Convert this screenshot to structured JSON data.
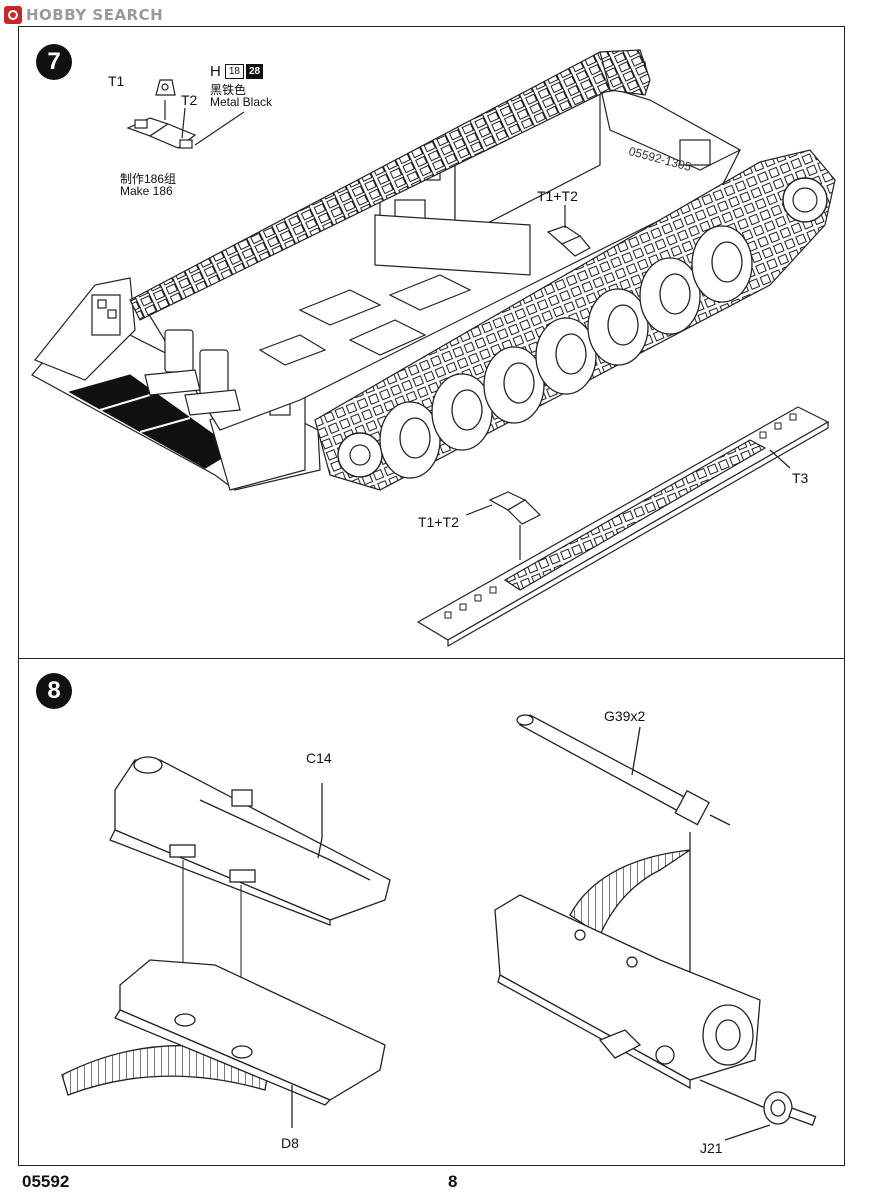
{
  "watermark": {
    "text": "HOBBY SEARCH"
  },
  "step7": {
    "number": "7",
    "labels": {
      "t1": "T1",
      "t2": "T2",
      "make_zh": "制作186组",
      "make_en": "Make 186",
      "t1t2_top": "T1+T2",
      "t1t2_bottom": "T1+T2",
      "t3": "T3",
      "hull_number": "05592-1305"
    },
    "paint": {
      "code": "H",
      "num1": "18",
      "num2": "28",
      "name_zh": "黑铁色",
      "name_en": "Metal  Black"
    }
  },
  "step8": {
    "number": "8",
    "labels": {
      "c14": "C14",
      "d8": "D8",
      "g39": "G39x2",
      "j21": "J21"
    }
  },
  "footer": {
    "kit_number": "05592",
    "page_number": "8"
  },
  "colors": {
    "line": "#222222",
    "paint_box": "#111111",
    "watermark_logo": "#c62828"
  }
}
